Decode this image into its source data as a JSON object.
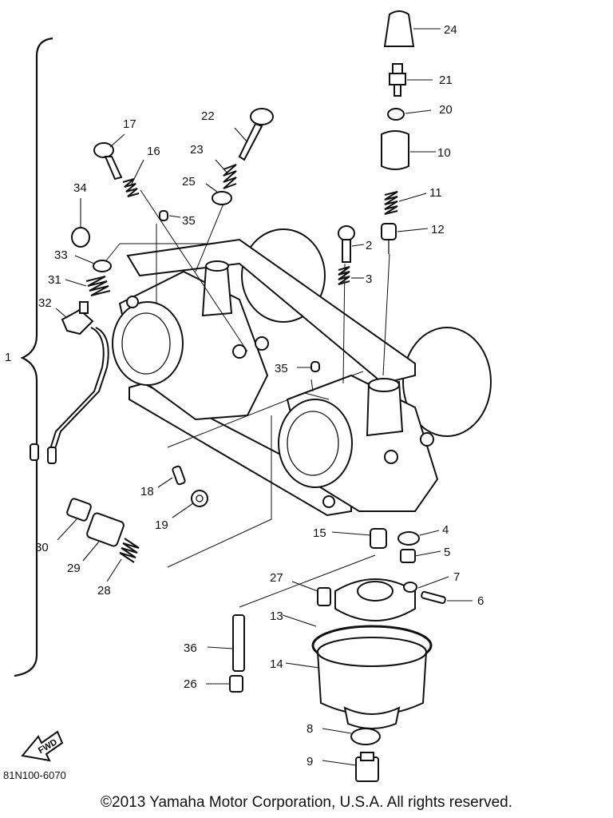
{
  "callouts": [
    {
      "id": "c1",
      "text": "1"
    },
    {
      "id": "c2",
      "text": "2"
    },
    {
      "id": "c3",
      "text": "3"
    },
    {
      "id": "c4",
      "text": "4"
    },
    {
      "id": "c5",
      "text": "5"
    },
    {
      "id": "c6",
      "text": "6"
    },
    {
      "id": "c7",
      "text": "7"
    },
    {
      "id": "c8",
      "text": "8"
    },
    {
      "id": "c9",
      "text": "9"
    },
    {
      "id": "c10",
      "text": "10"
    },
    {
      "id": "c11",
      "text": "11"
    },
    {
      "id": "c12",
      "text": "12"
    },
    {
      "id": "c13",
      "text": "13"
    },
    {
      "id": "c14",
      "text": "14"
    },
    {
      "id": "c15",
      "text": "15"
    },
    {
      "id": "c16",
      "text": "16"
    },
    {
      "id": "c17",
      "text": "17"
    },
    {
      "id": "c18",
      "text": "18"
    },
    {
      "id": "c19",
      "text": "19"
    },
    {
      "id": "c20",
      "text": "20"
    },
    {
      "id": "c21",
      "text": "21"
    },
    {
      "id": "c22",
      "text": "22"
    },
    {
      "id": "c23",
      "text": "23"
    },
    {
      "id": "c24",
      "text": "24"
    },
    {
      "id": "c25",
      "text": "25"
    },
    {
      "id": "c26",
      "text": "26"
    },
    {
      "id": "c27",
      "text": "27"
    },
    {
      "id": "c28",
      "text": "28"
    },
    {
      "id": "c29",
      "text": "29"
    },
    {
      "id": "c30",
      "text": "30"
    },
    {
      "id": "c31",
      "text": "31"
    },
    {
      "id": "c32",
      "text": "32"
    },
    {
      "id": "c33",
      "text": "33"
    },
    {
      "id": "c34",
      "text": "34"
    },
    {
      "id": "c35a",
      "text": "35"
    },
    {
      "id": "c35b",
      "text": "35"
    },
    {
      "id": "c36",
      "text": "36"
    }
  ],
  "fwd_label": "FWD",
  "part_code": "81N100-6070",
  "copyright": "©2013 Yamaha Motor Corporation, U.S.A. All rights reserved."
}
